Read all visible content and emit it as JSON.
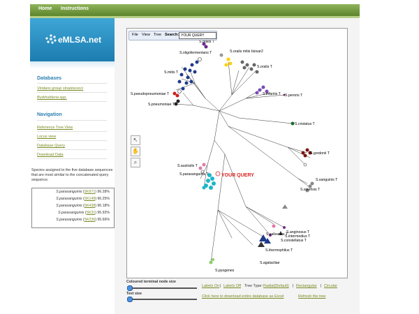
{
  "topnav": {
    "home": "Home",
    "instructions": "Instructions"
  },
  "logo": {
    "brand": "eMLSA",
    "suffix": ".net"
  },
  "sidebar": {
    "databases_title": "Databases",
    "databases": [
      "Viridans group streptococci",
      "Burkholderia spp."
    ],
    "navigation_title": "Navigation",
    "navigation": [
      "Reference Tree View",
      "Locus view",
      "Database Query",
      "Download Data"
    ],
    "species_note": "Species assigned to the five database sequences that are most similar to the concatenated query sequence.",
    "results": [
      {
        "species": "S.parasanguinis",
        "acc": "SK971",
        "pct": "96.28%"
      },
      {
        "species": "S.parasanguinis",
        "acc": "SK149",
        "pct": "96.25%"
      },
      {
        "species": "S.parasanguinis",
        "acc": "SK438",
        "pct": "96.18%"
      },
      {
        "species": "S.parasanguinis",
        "acc": "SK31",
        "pct": "95.92%"
      },
      {
        "species": "S.parasanguinis",
        "acc": "SK236",
        "pct": "95.66%"
      }
    ]
  },
  "tree": {
    "menu": {
      "file": "File",
      "view": "View",
      "tree": "Tree",
      "search_label": "Search:",
      "search_value": "YOUR QUERY"
    },
    "query_label": "YOUR QUERY",
    "labels": [
      "S.oralis T",
      "S.oligofermentans T",
      "S.oralis mitis biovar2",
      "S.oralis T",
      "S.mitis T",
      "S.pseudopneumoniae T",
      "S.pneumoniae T",
      "S.infantis T",
      "S.peroris T",
      "S.cristatus T",
      "S.gordonii T",
      "S.sanguinis T",
      "S.australis T",
      "S.parasanguinis T",
      "S.sinensis T",
      "S.anginosus T",
      "S.intermedius T",
      "S.constellatus T",
      "S.salivarius T",
      "S.thermophilus T",
      "S.agalactiae",
      "S.pyogenes"
    ]
  },
  "controls": {
    "node_size_label": "Coloured terminal node size",
    "text_size_label": "Text size",
    "labels_on": "Labels On",
    "labels_off": "Labels Off",
    "tree_type_label": "Tree Type:",
    "radial": "Radial(Default)",
    "rectangular": "Rectangular",
    "circular": "Circular",
    "download_excel": "Click here to download entire database as Excel",
    "refresh": "Refresh the tree"
  }
}
